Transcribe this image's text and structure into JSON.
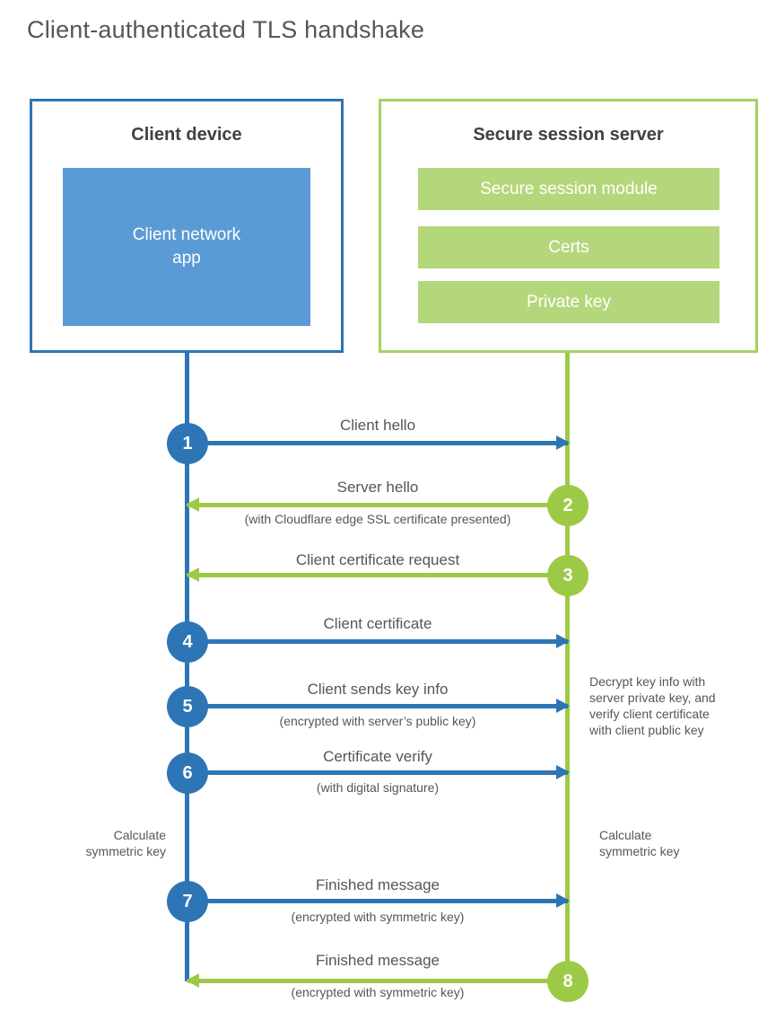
{
  "title": "Client-authenticated TLS handshake",
  "colors": {
    "client_blue": "#2e75b6",
    "client_fill_blue": "#5b9bd5",
    "server_green": "#9dca46",
    "server_fill_green": "#b5d77b",
    "server_border_green": "#a6d061",
    "text_gray": "#55565a"
  },
  "client_box": {
    "label": "Client device",
    "app_label": "Client network\napp"
  },
  "server_box": {
    "label": "Secure session server",
    "modules": [
      "Secure session module",
      "Certs",
      "Private key"
    ]
  },
  "steps": [
    {
      "num": "1",
      "label": "Client hello",
      "sublabel": ""
    },
    {
      "num": "2",
      "label": "Server hello",
      "sublabel": "(with Cloudflare edge SSL certificate presented)"
    },
    {
      "num": "3",
      "label": "Client certificate request",
      "sublabel": ""
    },
    {
      "num": "4",
      "label": "Client certificate",
      "sublabel": ""
    },
    {
      "num": "5",
      "label": "Client sends key info",
      "sublabel": "(encrypted with server’s public key)"
    },
    {
      "num": "6",
      "label": "Certificate verify",
      "sublabel": "(with digital signature)"
    },
    {
      "num": "7",
      "label": "Finished message",
      "sublabel": "(encrypted with symmetric key)"
    },
    {
      "num": "8",
      "label": "Finished message",
      "sublabel": "(encrypted with symmetric key)"
    }
  ],
  "notes": {
    "client_calculate": "Calculate\nsymmetric key",
    "server_calculate": "Calculate\nsymmetric key",
    "server_decrypt": "Decrypt key info with\nserver private key, and\nverify client certificate\nwith client public key"
  }
}
